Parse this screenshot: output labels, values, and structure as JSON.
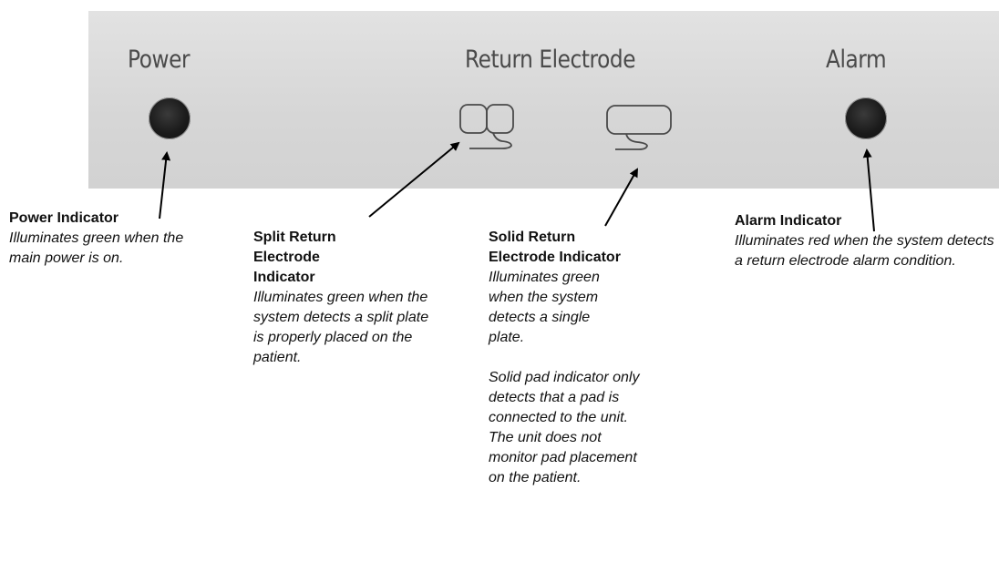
{
  "panel": {
    "labels": {
      "power": "Power",
      "return_electrode": "Return Electrode",
      "alarm": "Alarm"
    }
  },
  "icons": {
    "power_led": "indicator-light",
    "alarm_led": "indicator-light",
    "split_return": "split-plate-icon",
    "solid_return": "solid-plate-icon"
  },
  "callouts": {
    "power": {
      "title": "Power Indicator",
      "desc": "Illuminates green when the main power is on."
    },
    "split": {
      "title": "Split Return Electrode Indicator",
      "desc": "Illuminates green when the system detects a split plate is properly placed on the patient."
    },
    "solid": {
      "title": "Solid Return Electrode Indicator",
      "desc": "Illuminates green when the system detects a single plate.",
      "note": "Solid pad indicator only detects that a pad is connected to the unit. The unit does not monitor pad placement on the patient."
    },
    "alarm": {
      "title": "Alarm Indicator",
      "desc": "Illuminates red when the system detects a return electrode alarm condition."
    }
  },
  "colors": {
    "panel": "#d8d8d8",
    "panel_text": "#4a4a4a",
    "led": "#1b1b1b",
    "arrow": "#000000"
  }
}
